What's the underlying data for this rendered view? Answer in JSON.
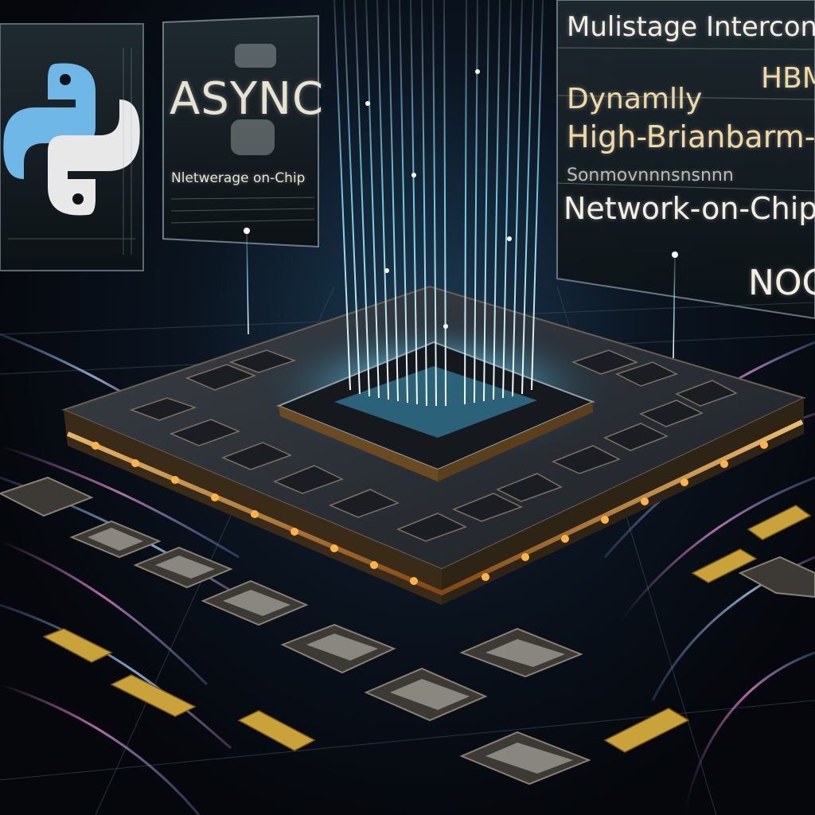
{
  "panels": {
    "left_logo": "python-logo",
    "async_panel": {
      "title": "ASYNC",
      "subtitle": "Nletwerage on-Chip"
    },
    "right_panel": {
      "line1": "Mulistage Interconn",
      "line2": "HBM",
      "line3": "Dynamlly",
      "line4": "High-Brianbarm-M",
      "line5": "Sonmovnnnsnsnnn",
      "line6": "Network-on-Chip-Mo",
      "line7": "NOC"
    }
  },
  "colors": {
    "beam": "#7fe3ff",
    "glow_orange": "#ffb347",
    "board": "#2a2f34",
    "python_blue": "#6fb7e6",
    "python_light": "#e8e8e8",
    "panel_text": "#f4efe0",
    "ribbon_pink": "#e58ad6",
    "ribbon_blue": "#7fb6ff"
  }
}
